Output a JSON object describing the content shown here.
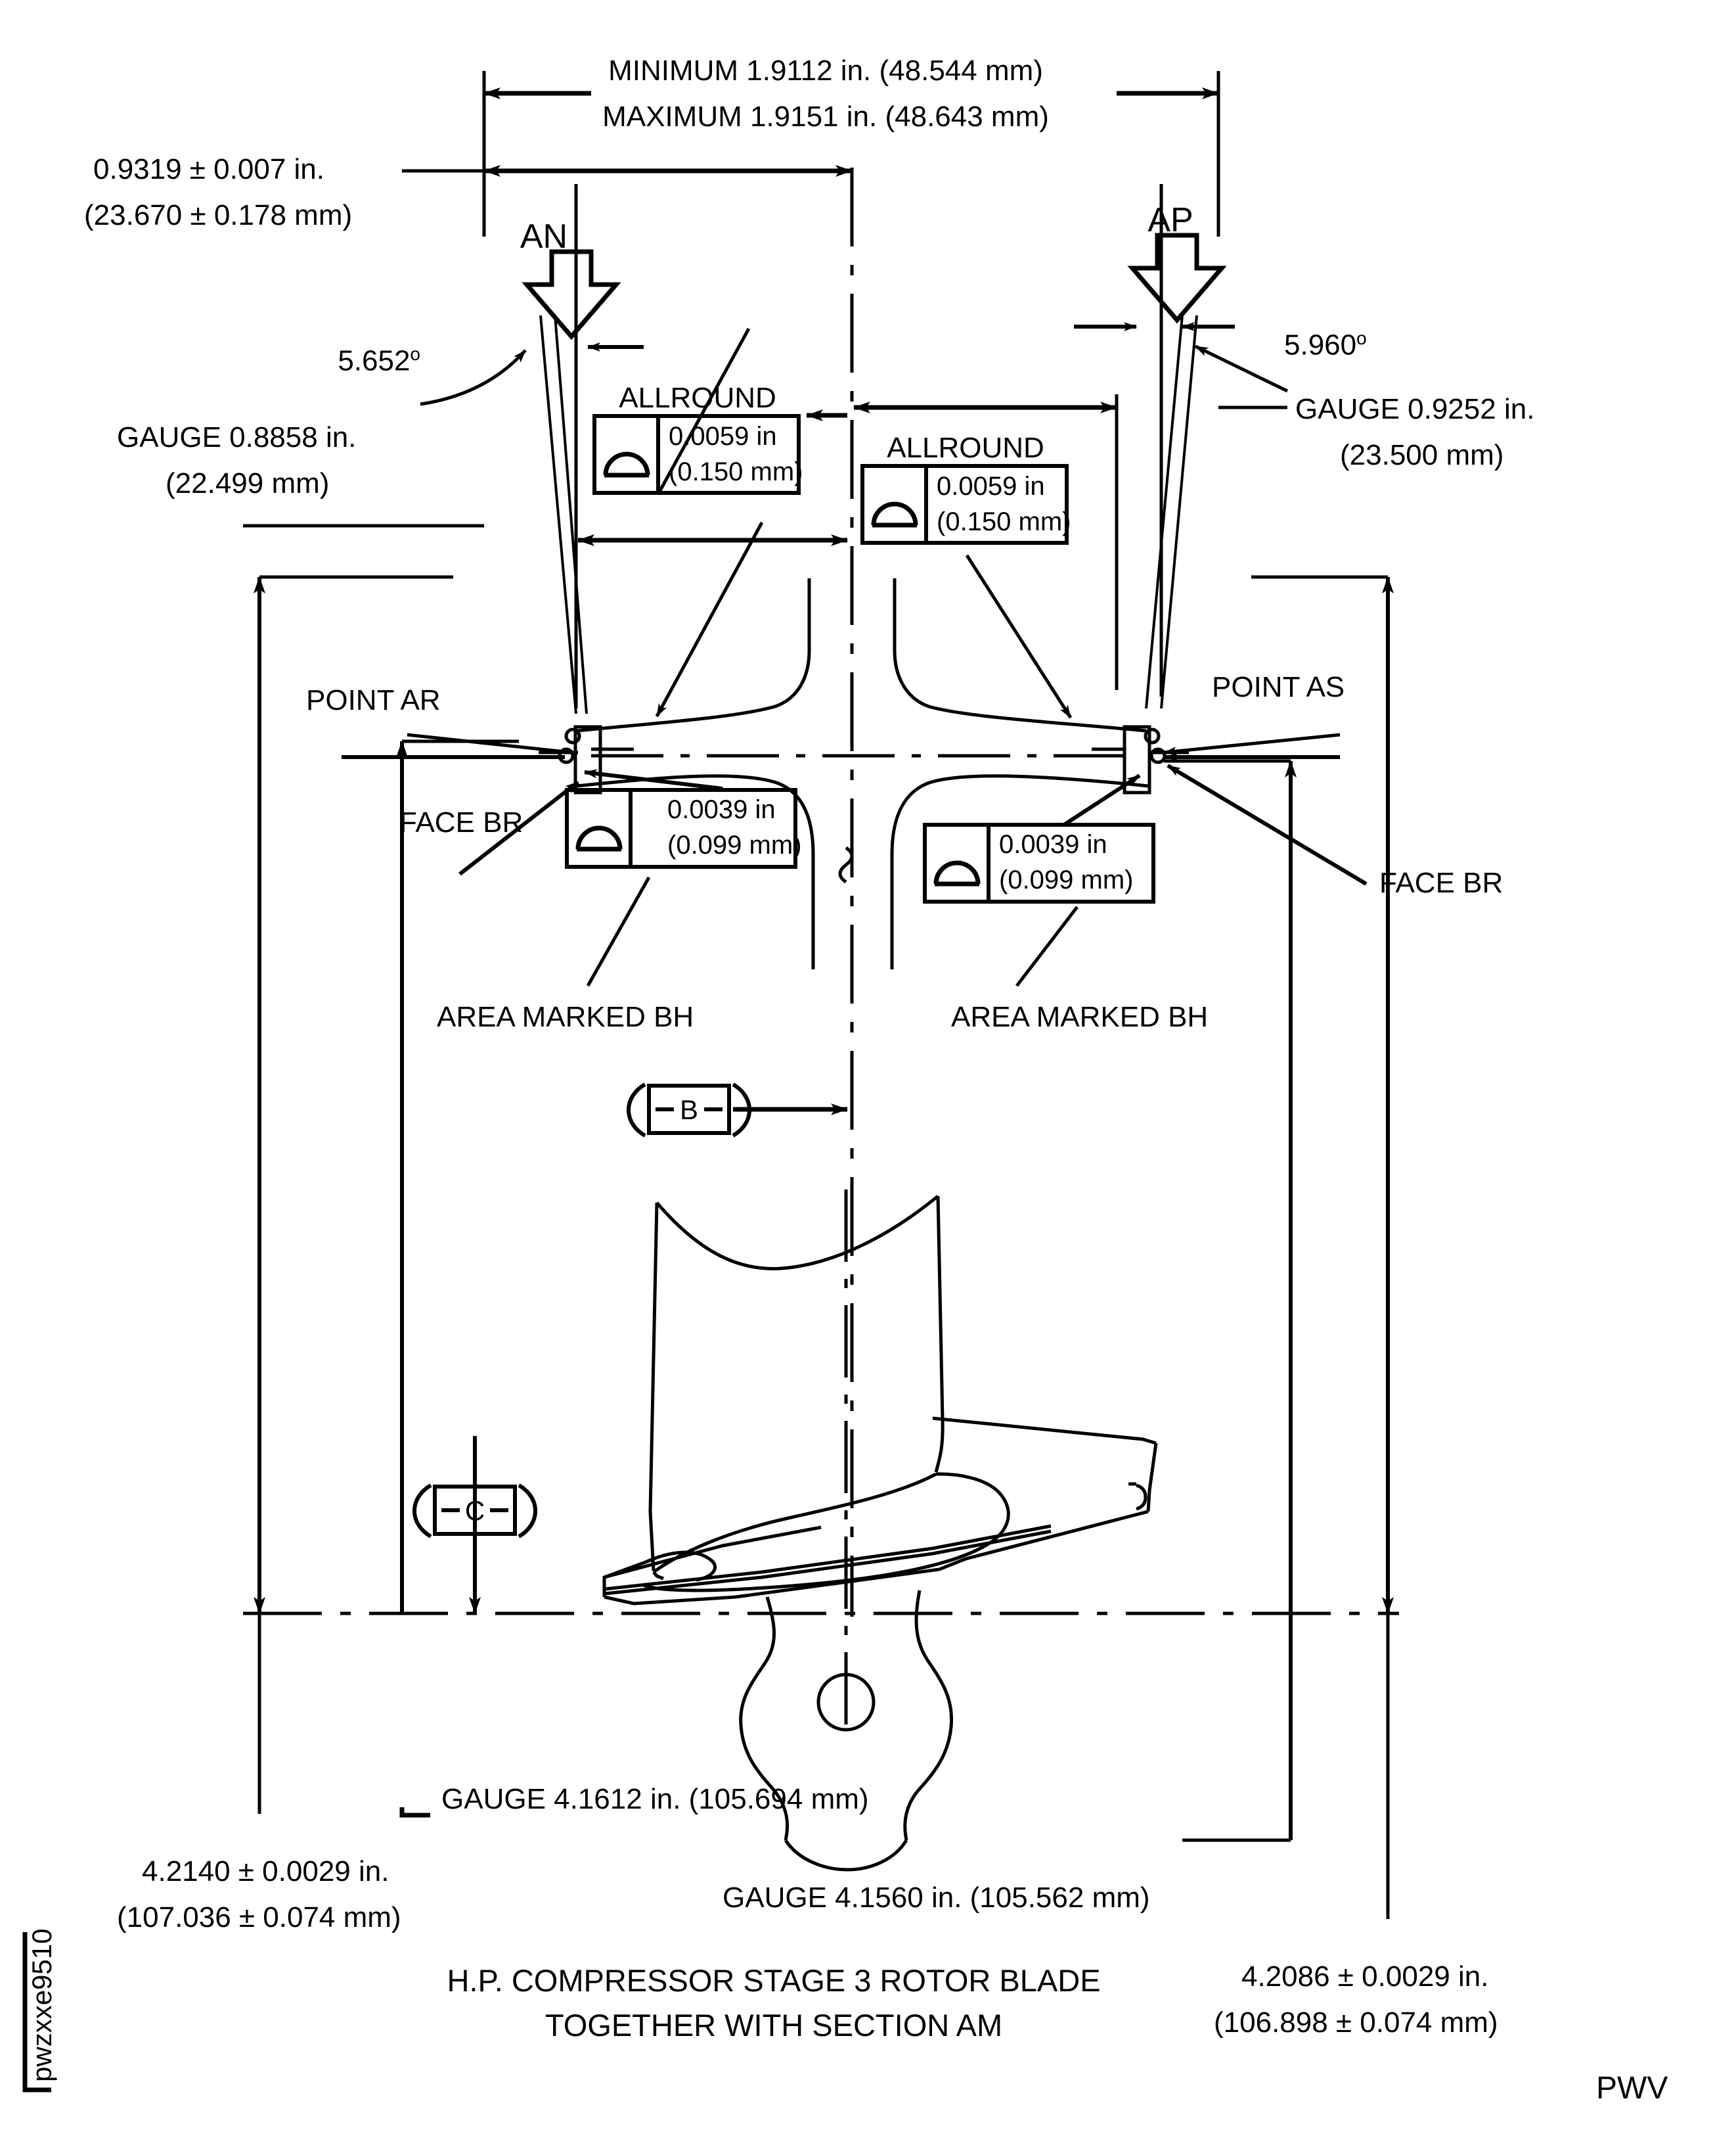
{
  "drawing": {
    "title_line1": "H.P. COMPRESSOR STAGE 3 ROTOR BLADE",
    "title_line2": "TOGETHER WITH SECTION AM",
    "sheet_id_vertical": "pwzxxe9510",
    "company_mark": "PWV"
  },
  "dimensions": {
    "width_min": "MINIMUM 1.9112 in. (48.544 mm)",
    "width_max": "MAXIMUM 1.9151 in. (48.643 mm)",
    "left_offset_in": "0.9319 ± 0.007 in.",
    "left_offset_mm": "(23.670 ± 0.178 mm)",
    "left_gauge_in": "GAUGE 0.8858 in.",
    "left_gauge_mm": "(22.499 mm)",
    "right_gauge_in": "GAUGE 0.9252 in.",
    "right_gauge_mm": "(23.500 mm)",
    "left_angle": "5.652",
    "right_angle": "5.960",
    "degree_symbol": "o",
    "gauge_bottom_1": "GAUGE 4.1612 in. (105.694 mm)",
    "gauge_bottom_2": "GAUGE 4.1560 in. (105.562 mm)",
    "overall_left_in": "4.2140 ± 0.0029 in.",
    "overall_left_mm": "(107.036 ± 0.074 mm)",
    "overall_right_in": "4.2086 ± 0.0029 in.",
    "overall_right_mm": "(106.898 ± 0.074 mm)"
  },
  "callouts": {
    "section_arrow_left": "AN",
    "section_arrow_right": "AP",
    "allround_left": "ALLROUND",
    "allround_right": "ALLROUND",
    "point_left": "POINT AR",
    "point_right": "POINT AS",
    "face_left": "FACE BR",
    "face_right": "FACE BR",
    "area_left": "AREA MARKED BH",
    "area_right": "AREA MARKED BH"
  },
  "feature_control_frames": [
    {
      "id": "fcf-profile-allround-left",
      "symbol": "profile-of-a-surface",
      "tolerance_in": "0.0059 in",
      "tolerance_mm": "(0.150 mm)"
    },
    {
      "id": "fcf-profile-allround-right",
      "symbol": "profile-of-a-surface",
      "tolerance_in": "0.0059 in",
      "tolerance_mm": "(0.150 mm)"
    },
    {
      "id": "fcf-profile-face-left",
      "symbol": "profile-of-a-surface",
      "tolerance_in": "0.0039 in",
      "tolerance_mm": "(0.099 mm)"
    },
    {
      "id": "fcf-profile-face-right",
      "symbol": "profile-of-a-surface",
      "tolerance_in": "0.0039 in",
      "tolerance_mm": "(0.099 mm)"
    }
  ],
  "datums": [
    {
      "id": "datum-b",
      "label": "B"
    },
    {
      "id": "datum-c",
      "label": "C"
    }
  ],
  "style": {
    "line_color": "#000000",
    "background": "#ffffff"
  }
}
